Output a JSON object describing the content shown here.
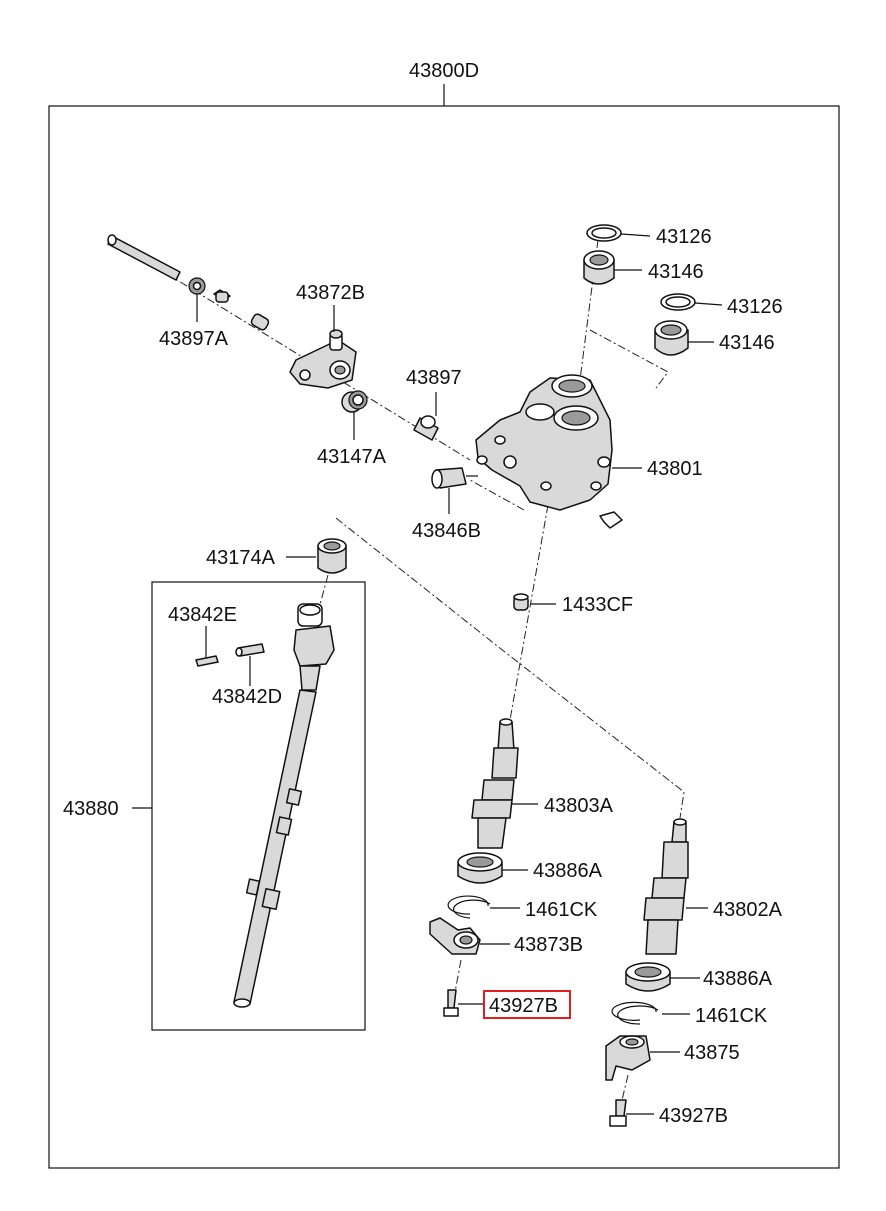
{
  "assembly_label": "43800D",
  "labels": {
    "l43126a": "43126",
    "l43146a": "43146",
    "l43126b": "43126",
    "l43146b": "43146",
    "l43872b": "43872B",
    "l43897a": "43897A",
    "l43897": "43897",
    "l43147a": "43147A",
    "l43801": "43801",
    "l43846b": "43846B",
    "l43174a": "43174A",
    "l1433cf": "1433CF",
    "l43842e": "43842E",
    "l43842d": "43842D",
    "l43880": "43880",
    "l43803a": "43803A",
    "l43886a_1": "43886A",
    "l1461ck_1": "1461CK",
    "l43873b": "43873B",
    "l43927b_1": "43927B",
    "l43802a": "43802A",
    "l43886a_2": "43886A",
    "l1461ck_2": "1461CK",
    "l43875": "43875",
    "l43927b_2": "43927B"
  },
  "highlighted_part": "43927B",
  "colors": {
    "highlight": "#e02020",
    "line": "#111111",
    "background": "#ffffff"
  }
}
